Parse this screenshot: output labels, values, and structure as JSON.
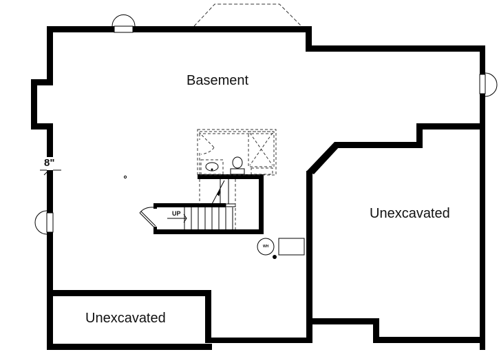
{
  "floor_plan": {
    "rooms": [
      {
        "id": "basement",
        "label": "Basement"
      },
      {
        "id": "unexcavated-right",
        "label": "Unexcavated"
      },
      {
        "id": "unexcavated-bottom-left",
        "label": "Unexcavated"
      }
    ],
    "annotations": {
      "wall_thickness": "8\"",
      "stairs_direction": "UP",
      "water_heater": "WH"
    },
    "colors": {
      "wall": "#000000",
      "background": "#ffffff",
      "dashed": "#333333"
    }
  }
}
